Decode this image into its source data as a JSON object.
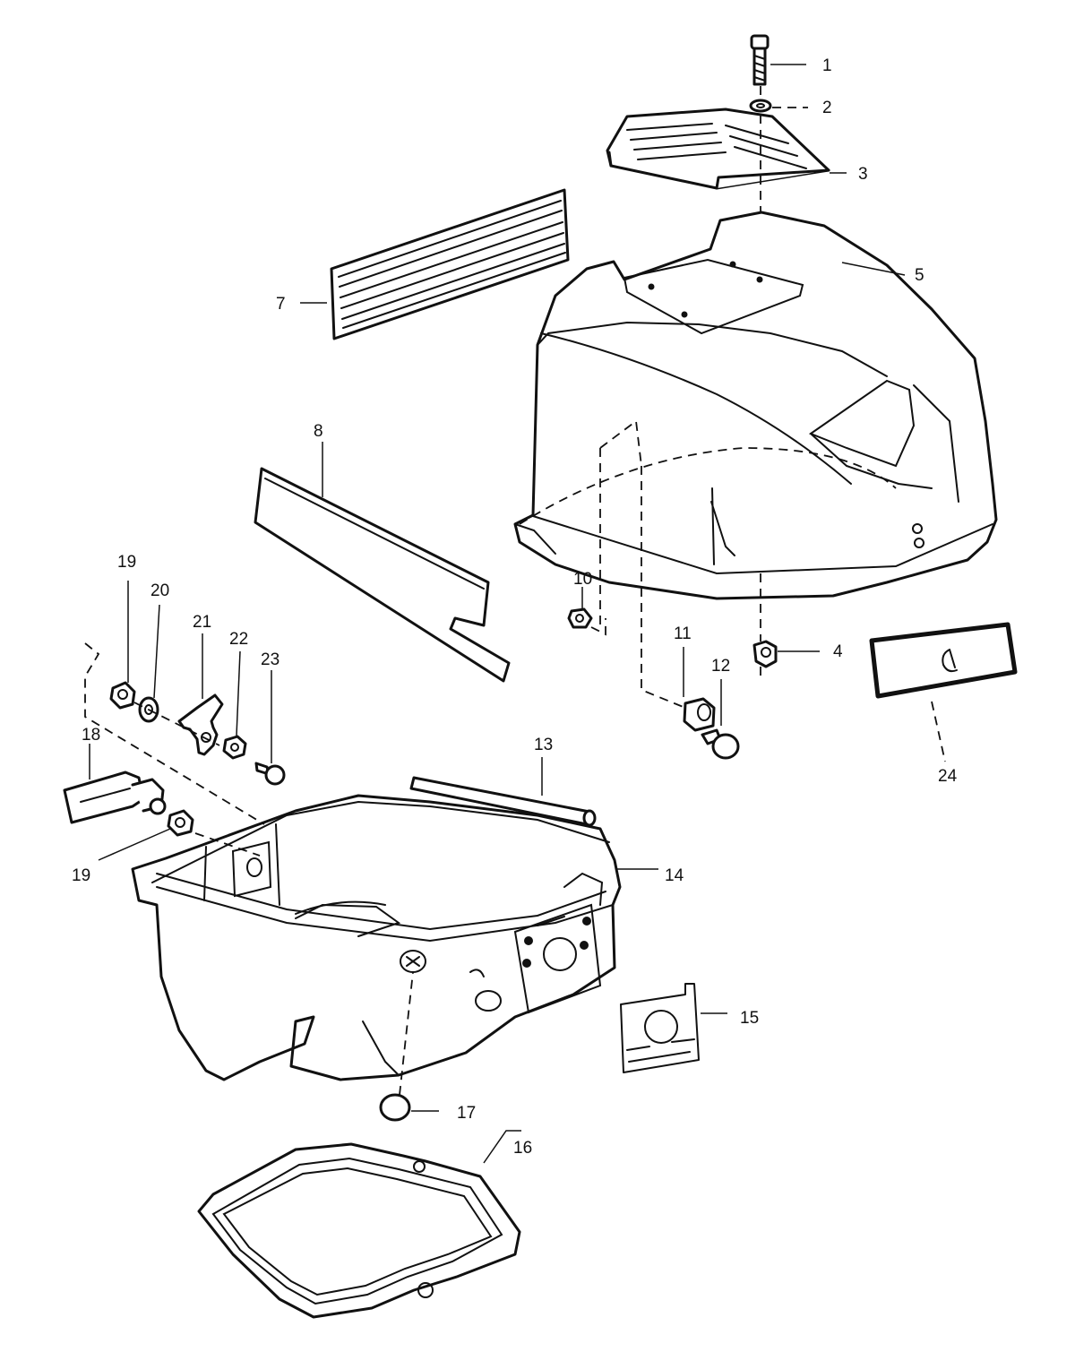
{
  "callouts": {
    "c1": "1",
    "c2": "2",
    "c3": "3",
    "c4": "4",
    "c5": "5",
    "c7": "7",
    "c8": "8",
    "c10": "10",
    "c11": "11",
    "c12": "12",
    "c13": "13",
    "c14": "14",
    "c15": "15",
    "c16": "16",
    "c17": "17",
    "c18": "18",
    "c19a": "19",
    "c19b": "19",
    "c20": "20",
    "c21": "21",
    "c22": "22",
    "c23": "23",
    "c24": "24"
  }
}
